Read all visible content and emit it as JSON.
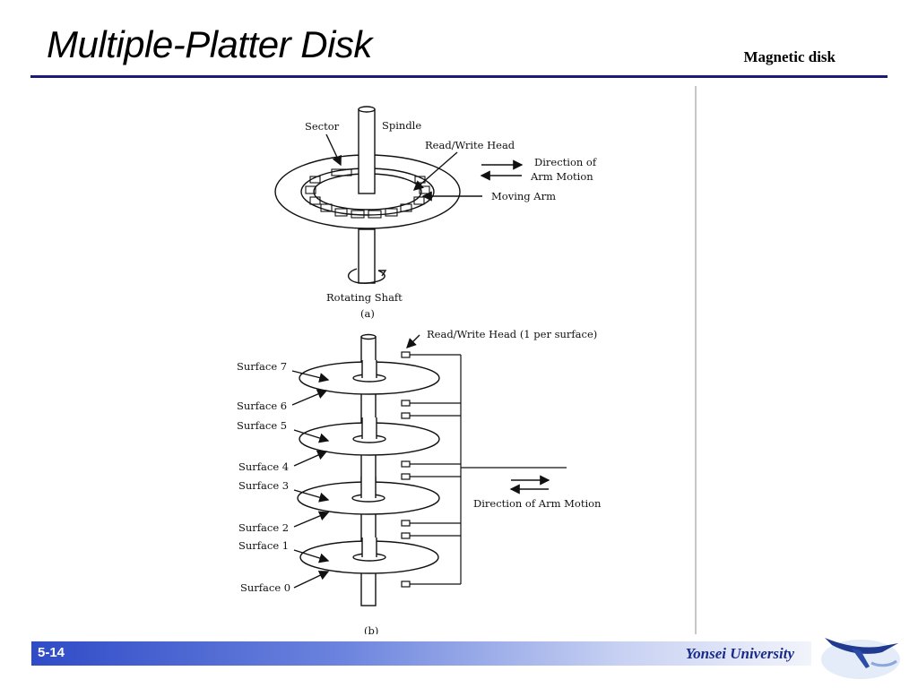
{
  "slide": {
    "title": "Multiple-Platter Disk",
    "subtitle": "Magnetic disk",
    "page_number": "5-14",
    "university": "Yonsei University"
  },
  "figure": {
    "a": {
      "sector": "Sector",
      "spindle": "Spindle",
      "rw_head": "Read/Write Head",
      "direction_line1": "Direction of",
      "direction_line2": "Arm Motion",
      "moving_arm": "Moving Arm",
      "rotating_shaft": "Rotating Shaft",
      "caption": "(a)"
    },
    "b": {
      "rw_head": "Read/Write Head (1 per surface)",
      "surfaces": [
        "Surface 7",
        "Surface 6",
        "Surface 5",
        "Surface 4",
        "Surface 3",
        "Surface 2",
        "Surface 1",
        "Surface 0"
      ],
      "direction": "Direction of Arm Motion",
      "caption": "(b)"
    }
  },
  "colors": {
    "title_rule": "#1a1a7a",
    "footer_start": "#2f4bc7",
    "university_text": "#1a2a8a"
  }
}
